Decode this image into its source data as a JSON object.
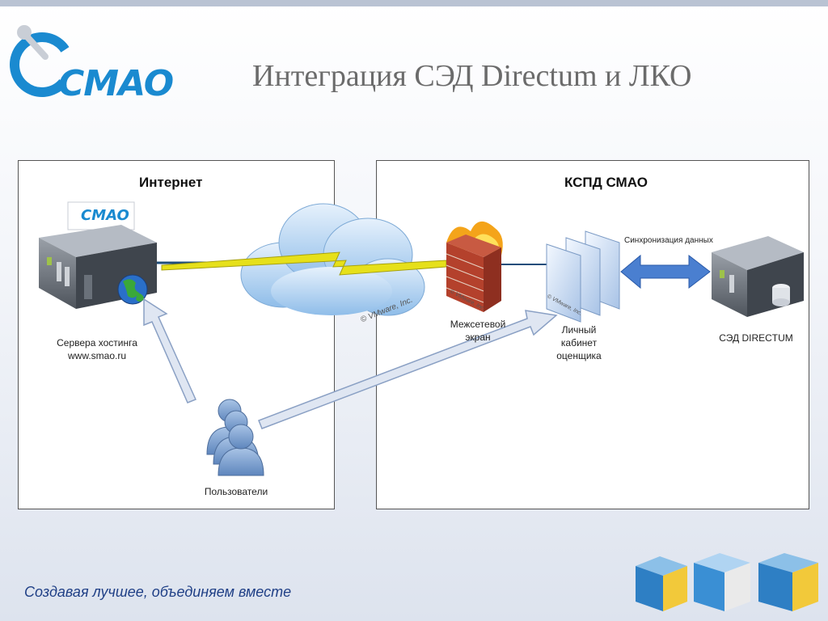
{
  "slide": {
    "title": "Интеграция СЭД Directum и ЛКО",
    "logo_text": "CMAO",
    "slogan": "Создавая лучшее, объединяем вместе"
  },
  "panels": {
    "left_title": "Интернет",
    "right_title": "КСПД СМАО"
  },
  "nodes": {
    "hosting_logo": "CMAO",
    "hosting_label_line1": "Сервера хостинга",
    "hosting_label_line2": "www.smao.ru",
    "users_label": "Пользователи",
    "firewall_line1": "Межсетевой",
    "firewall_line2": "экран",
    "cabinet_line1": "Личный",
    "cabinet_line2": "кабинет",
    "cabinet_line3": "оценщика",
    "sync_label": "Синхронизация данных",
    "sed_label": "СЭД DIRECTUM",
    "cloud_copyright": "© VMware, Inc.",
    "firewall_copyright": "© VMware, Inc.",
    "cabinet_copyright": "© VMware, Inc."
  },
  "colors": {
    "logo_blue": "#1a8ad0",
    "title_gray": "#6b6b6b",
    "slogan_blue": "#1f3f86",
    "arrow_fill": "#dfe6f2",
    "arrow_stroke": "#8aa0c4",
    "sync_arrow": "#4a7fd0",
    "cloud": "#b9d6f5",
    "lightning": "#e6e01a"
  },
  "icons": [
    "logo-ring-icon",
    "server-icon",
    "globe-icon",
    "cloud-icon",
    "lightning-icon",
    "firewall-icon",
    "window-stack-icon",
    "database-server-icon",
    "users-icon",
    "cube-icon"
  ]
}
